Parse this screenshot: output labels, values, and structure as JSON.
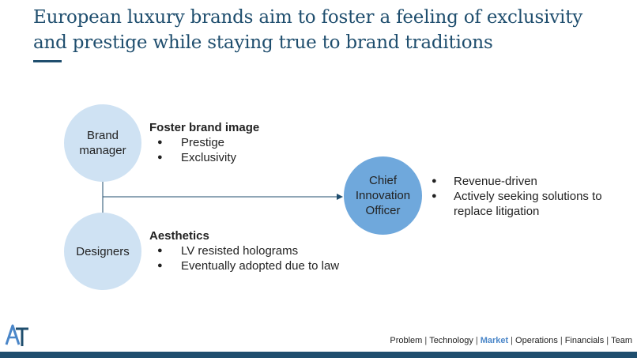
{
  "title": "European luxury brands aim to foster a feeling of exclusivity and prestige while staying true to brand traditions",
  "nodes": {
    "brand_manager": "Brand manager",
    "designers": "Designers",
    "cio": "Chief Innovation Officer"
  },
  "brand_block": {
    "heading": "Foster brand image",
    "items": [
      "Prestige",
      "Exclusivity"
    ]
  },
  "designers_block": {
    "heading": "Aesthetics",
    "items": [
      "LV resisted holograms",
      "Eventually adopted due to law"
    ]
  },
  "cio_block": {
    "items": [
      "Revenue-driven",
      "Actively seeking solutions to replace litigation"
    ]
  },
  "nav": {
    "items": [
      "Problem",
      "Technology",
      "Market",
      "Operations",
      "Financials",
      "Team"
    ],
    "active": "Market",
    "separator": "|"
  },
  "colors": {
    "title": "#1f4e6e",
    "light_node": "#cfe2f3",
    "dark_node": "#6fa8dc",
    "active_nav": "#4a86c8",
    "footer_bar": "#1f4e6e"
  },
  "logo_icon": "at-logo-icon"
}
